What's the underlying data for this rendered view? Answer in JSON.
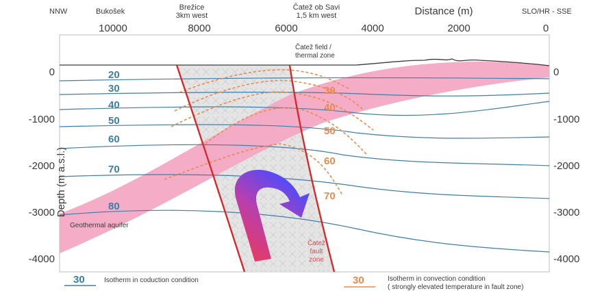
{
  "header": {
    "left_direction": "NNW",
    "right_direction": "SLO/HR - SSE",
    "places": [
      {
        "id": "bukosek",
        "lines": [
          "Bukošek"
        ]
      },
      {
        "id": "brezice",
        "lines": [
          "Brežice",
          "3km west"
        ]
      },
      {
        "id": "catez-ob-savi",
        "lines": [
          "Čatež ob Savi",
          "1,5 km west"
        ]
      }
    ],
    "distance_title": "Distance (m)",
    "distance_ticks": [
      "10000",
      "8000",
      "6000",
      "4000",
      "2000",
      "0"
    ]
  },
  "axes": {
    "ylabel": "Depth (m a.s.l.)",
    "depth_ticks": [
      "0",
      "-1000",
      "-2000",
      "-3000",
      "-4000"
    ]
  },
  "labels": {
    "thermal_zone": [
      "Čatež field /",
      "thermal zone"
    ],
    "aquifer": "Geothermal aquifer",
    "fault_zone": [
      "Čatež",
      "fault",
      "zone"
    ]
  },
  "isotherms_conduction": [
    "20",
    "30",
    "40",
    "50",
    "60",
    "70",
    "80"
  ],
  "isotherms_convection": [
    "30",
    "40",
    "50",
    "60",
    "70"
  ],
  "legend": {
    "conduction_value": "30",
    "conduction_text": "Isotherm in coduction condition",
    "convection_value": "30",
    "convection_text_1": "Isotherm in convection condition",
    "convection_text_2": "( strongly elevated temperature in fault zone)"
  },
  "colors": {
    "conduction": "#3b7fa8",
    "convection": "#e9894b",
    "aquifer": "#f4a9c4",
    "fault_zone": "#e0e0e0",
    "fault_line": "#d42a2a"
  }
}
